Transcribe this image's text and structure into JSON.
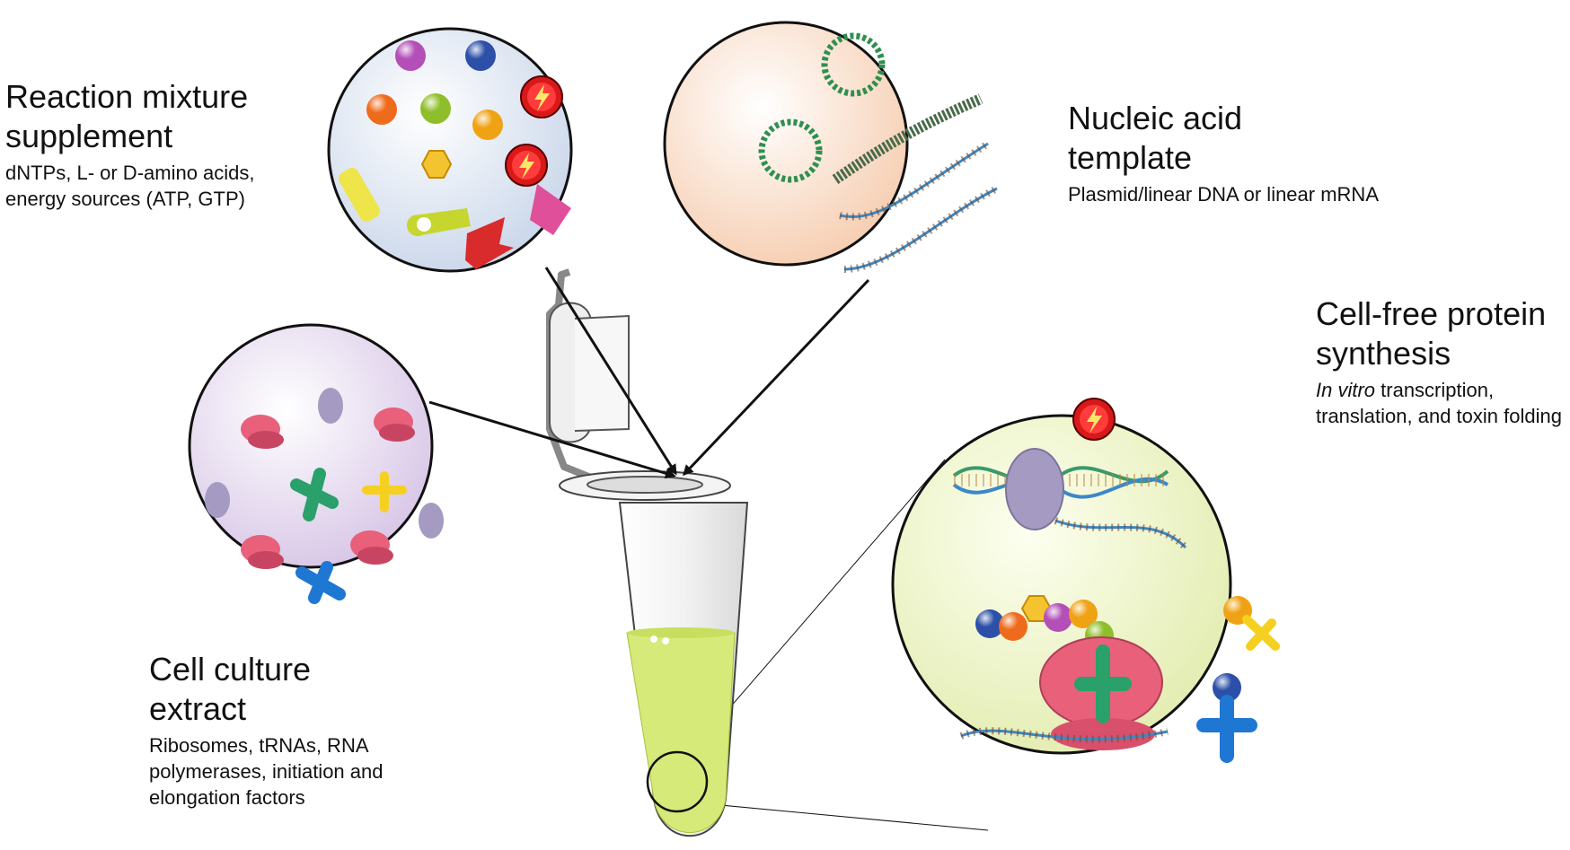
{
  "reaction_mixture": {
    "title": "Reaction mixture supplement",
    "desc": "dNTPs, L- or D-amino acids, energy sources (ATP, GTP)"
  },
  "nucleic_acid": {
    "title": "Nucleic acid template",
    "desc": "Plasmid/linear DNA or linear mRNA"
  },
  "cell_free": {
    "title": "Cell-free protein synthesis",
    "desc_italic": "In vitro",
    "desc_rest": " transcription, translation, and toxin folding"
  },
  "cell_culture": {
    "title": "Cell culture extract",
    "desc": "Ribosomes, tRNAs, RNA polymerases, initiation and elongation factors"
  },
  "colors": {
    "ribosome": "#e8607a",
    "tube_liquid": "#d6ea7a",
    "arrow": "#111111",
    "zoom_bg": "#eef3c8",
    "mixture_bg": "#dbe5f2",
    "extract_bg": "#e6d9ee",
    "template_bg": "#f8dcc8"
  }
}
